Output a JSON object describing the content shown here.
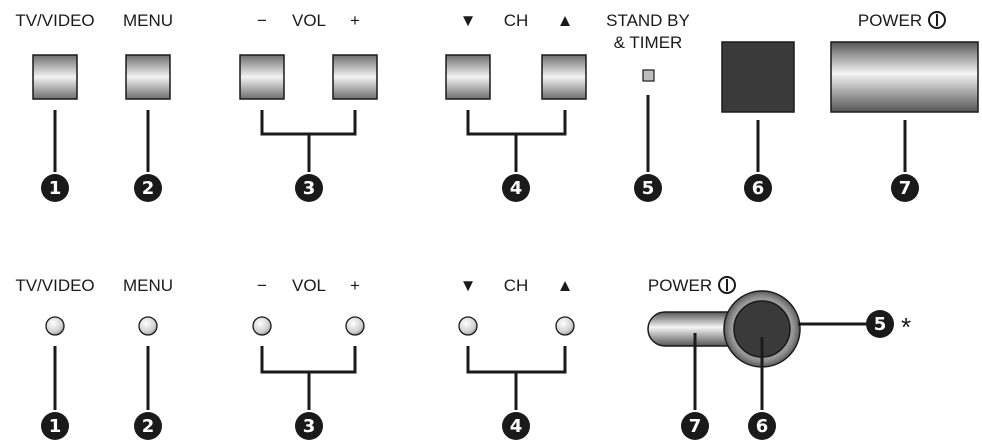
{
  "top_panel": {
    "labels": {
      "tv_video": "TV/VIDEO",
      "menu": "MENU",
      "vol_minus": "−",
      "vol": "VOL",
      "vol_plus": "+",
      "ch_down": "▼",
      "ch": "CH",
      "ch_up": "▲",
      "standby_line1": "STAND BY",
      "standby_line2": "& TIMER",
      "power": "POWER"
    },
    "callouts": [
      "1",
      "2",
      "3",
      "4",
      "5",
      "6",
      "7"
    ]
  },
  "bottom_panel": {
    "labels": {
      "tv_video": "TV/VIDEO",
      "menu": "MENU",
      "vol_minus": "−",
      "vol": "VOL",
      "vol_plus": "+",
      "ch_down": "▼",
      "ch": "CH",
      "ch_up": "▲",
      "power": "POWER"
    },
    "callouts": [
      "1",
      "2",
      "3",
      "4",
      "7",
      "6",
      "5"
    ],
    "asterisk": "*"
  },
  "colors": {
    "ink": "#1a1a1a",
    "sensor_square": "#3a3a3a",
    "button_gradient_light": "#f0f0f0",
    "button_gradient_dark": "#6a6a6a"
  }
}
